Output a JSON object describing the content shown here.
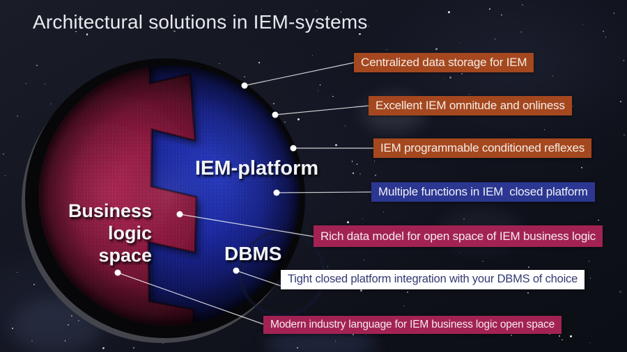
{
  "slide": {
    "title": "Architectural solutions in IEM-systems"
  },
  "diagram": {
    "platform_label": "IEM-platform",
    "business_label_line1": "Business logic",
    "business_label_line2": "space",
    "dbms_label": "DBMS",
    "left_region_color": "#ab1e4e",
    "right_region_color": "#1e2cb4",
    "rim_color": "#070709",
    "connector_color": "#ffffff"
  },
  "callouts": [
    {
      "text": "Centralized data storage for IEM",
      "bg": "#a5481f",
      "fg": "#f5ebe4"
    },
    {
      "text": "Excellent IEM omnitude and onliness",
      "bg": "#a5481f",
      "fg": "#f5ebe4"
    },
    {
      "text": "IEM programmable conditioned reflexes",
      "bg": "#a5481f",
      "fg": "#f5ebe4"
    },
    {
      "text": "Multiple functions in IEM  closed platform",
      "bg": "#2c3792",
      "fg": "#eef0f6"
    },
    {
      "text": "Rich data model for open space of IEM business logic",
      "bg": "#a22353",
      "fg": "#f6e9ee"
    },
    {
      "text": "Tight closed platform integration with your DBMS of choice",
      "bg": "#ffffff",
      "fg": "#333a72"
    },
    {
      "text": "Modern industry language for IEM business logic open space",
      "bg": "#a22353",
      "fg": "#f6e9ee"
    }
  ]
}
